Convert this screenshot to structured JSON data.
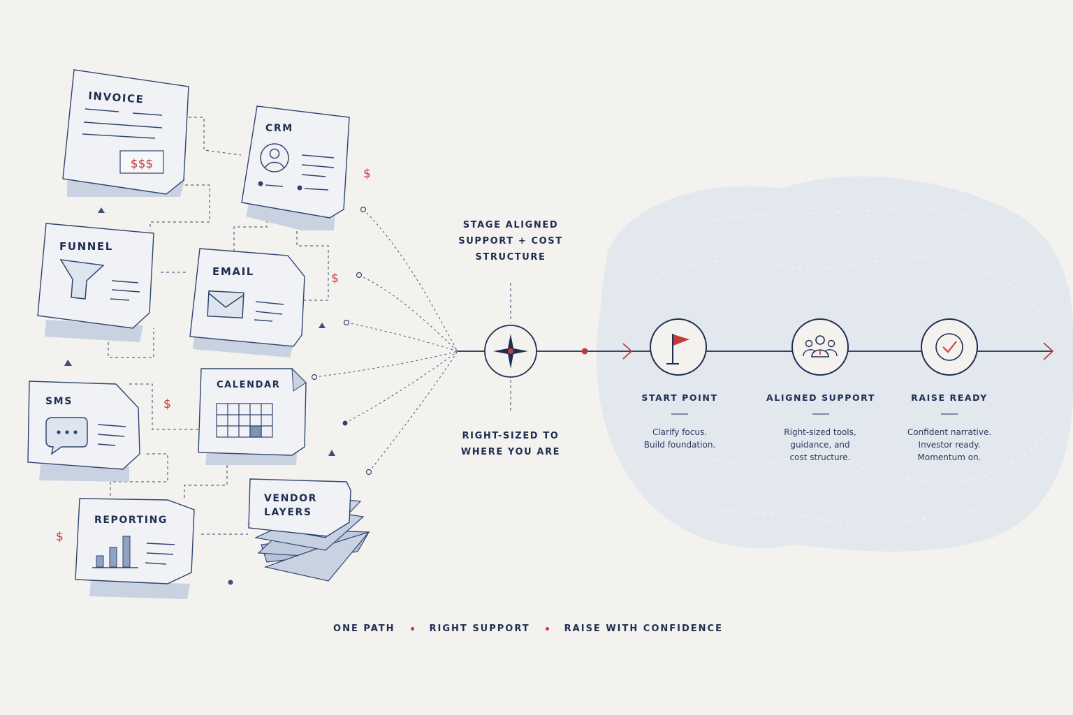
{
  "cards": {
    "invoice": {
      "title": "INVOICE",
      "price": "$$$"
    },
    "crm": {
      "title": "CRM"
    },
    "funnel": {
      "title": "FUNNEL"
    },
    "email": {
      "title": "EMAIL"
    },
    "sms": {
      "title": "SMS"
    },
    "calendar": {
      "title": "CALENDAR"
    },
    "reporting": {
      "title": "REPORTING"
    },
    "vendor": {
      "line1": "VENDOR",
      "line2": "LAYERS"
    }
  },
  "cost_symbol": "$",
  "center": {
    "top_lines": [
      "STAGE ALIGNED",
      "SUPPORT + COST",
      "STRUCTURE"
    ],
    "bottom_lines": [
      "RIGHT-SIZED TO",
      "WHERE YOU ARE"
    ]
  },
  "steps": [
    {
      "title": "START POINT",
      "icon": "flag-icon",
      "desc": [
        "Clarify focus.",
        "Build foundation."
      ]
    },
    {
      "title": "ALIGNED SUPPORT",
      "icon": "people-icon",
      "desc": [
        "Right-sized tools,",
        "guidance, and",
        "cost structure."
      ]
    },
    {
      "title": "RAISE READY",
      "icon": "check-circle-icon",
      "desc": [
        "Confident narrative.",
        "Investor ready.",
        "Momentum on."
      ]
    }
  ],
  "footer": [
    "ONE PATH",
    "RIGHT SUPPORT",
    "RAISE WITH CONFIDENCE"
  ],
  "colors": {
    "navy": "#1f2d52",
    "accent_red": "#c23a3a",
    "cloud": "#e3e8ef",
    "background": "#f4f2ee"
  }
}
